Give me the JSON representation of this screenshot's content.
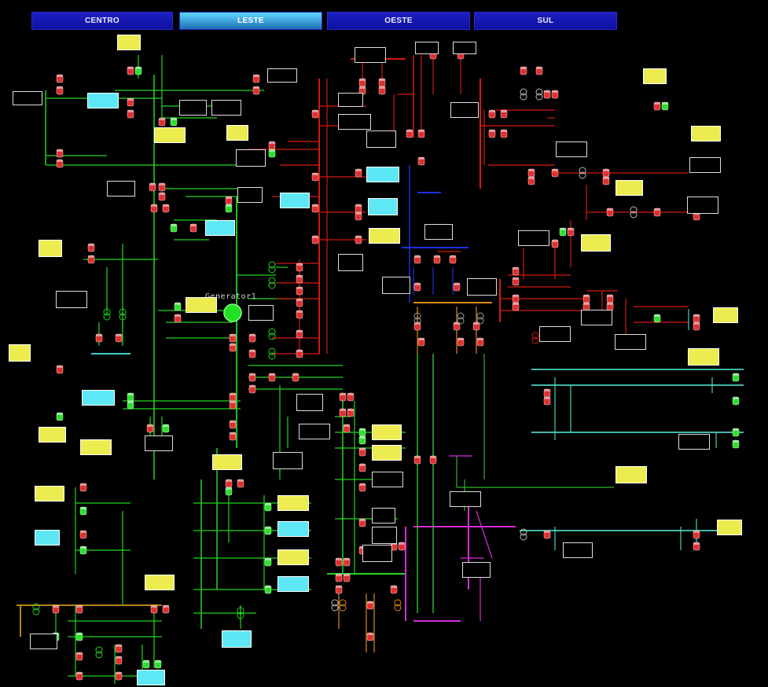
{
  "tabs": [
    {
      "label": "CENTRO"
    },
    {
      "label": "LESTE"
    },
    {
      "label": "OESTE"
    },
    {
      "label": "SUL"
    }
  ],
  "active_tab": "LESTE",
  "generator_label": "Generator1",
  "colors": {
    "background": "#000000",
    "bus_green": "#22d41e",
    "bus_red": "#d21a10",
    "bus_orange": "#e08a1a",
    "bus_magenta": "#d92bd9",
    "bus_cyan": "#4ad0c0",
    "bus_blue": "#2030e0",
    "breaker_closed": "#e03030",
    "breaker_open": "#2ee02e",
    "tab_active": "#3fb8ee",
    "tab_inactive": "#1414b4"
  }
}
